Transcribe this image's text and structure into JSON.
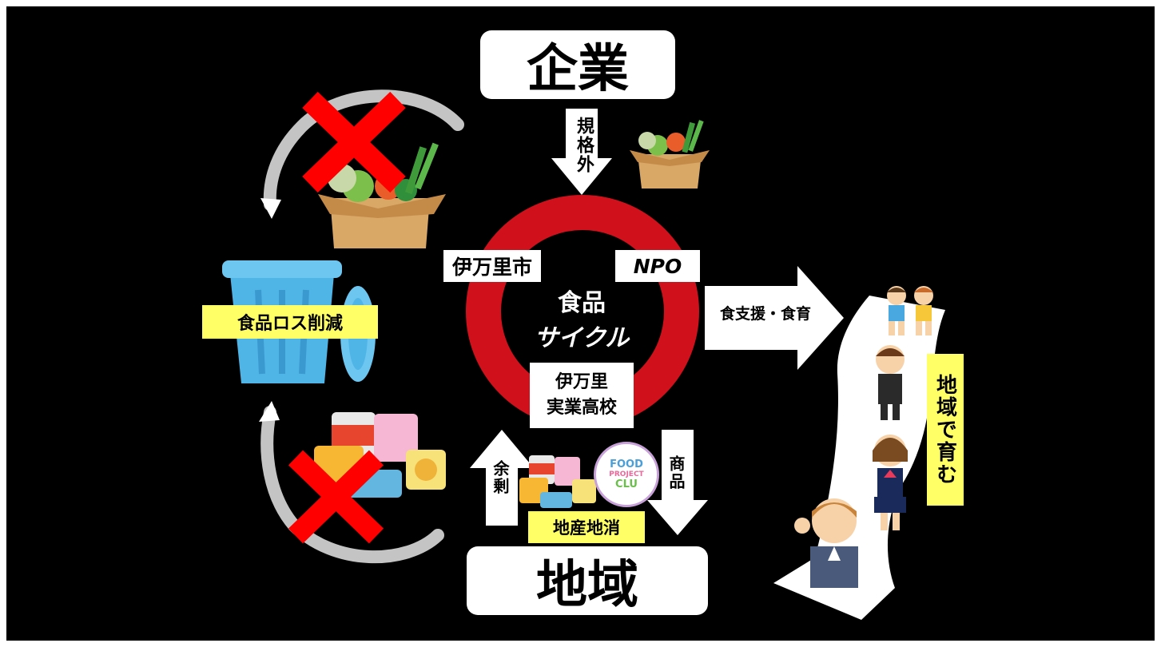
{
  "nodes": {
    "company": "企業",
    "community": "地域",
    "imari_city": "伊万里市",
    "npo": "NPO",
    "school": [
      "伊万里",
      "実業高校"
    ],
    "cycle": [
      "食品",
      "サイクル"
    ]
  },
  "arrows": {
    "nonstandard": "規格外",
    "surplus": "余剰",
    "products": "商品",
    "food_support": "食支援・食育"
  },
  "highlights": {
    "food_loss": "食品ロス削減",
    "local_production": "地産地消",
    "raise_in_community": "地域で育む"
  },
  "logo": {
    "line1": "FOOD",
    "line2": "PROJECT",
    "line3": "CLU"
  },
  "colors": {
    "background": "#000000",
    "ring": "#d0101a",
    "cross": "#ff0000",
    "highlight": "#ffff66",
    "bin": "#4fb4e6"
  }
}
